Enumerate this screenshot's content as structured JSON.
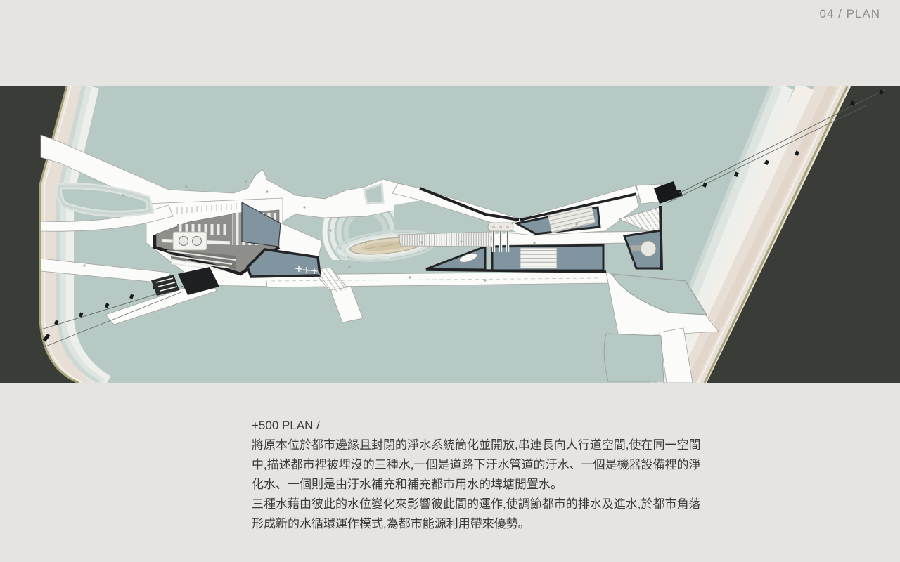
{
  "header": {
    "page_label": "04 / PLAN"
  },
  "description": {
    "title": "+500 PLAN /",
    "lines": [
      "將原本位於都市邊緣且封閉的淨水系統簡化並開放,串連長向人行道空間,使在同一空間",
      "中,描述都市裡被埋沒的三種水,一個是道路下汙水管道的汙水、一個是機器設備裡的淨",
      "化水、一個則是由汙水補充和補充都市用水的埤塘閒置水。",
      "三種水藉由彼此的水位變化來影響彼此間的運作,使調節都市的排水及進水,於都市角落",
      "形成新的水循環運作模式,為都市能源利用帶來優勢。"
    ]
  },
  "plan": {
    "palette": {
      "panel_dark": "#3a3c37",
      "water": "#b7c9c4",
      "shore_sand": "#e7ded6",
      "shore_olive_line": "#a5a478",
      "path_white": "#fbfbf9",
      "basin_slate": "#8095a0",
      "hall_gray": "#8e8e8a",
      "outline_dark": "#1f2123",
      "island_sand": "#ded3bc"
    }
  }
}
